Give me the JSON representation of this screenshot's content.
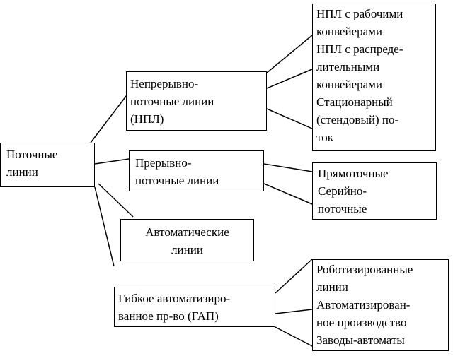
{
  "root": {
    "lines": [
      "Поточные",
      "линии"
    ]
  },
  "categories": [
    {
      "lines": [
        "Непрерывно-",
        "поточные линии",
        "(НПЛ)"
      ]
    },
    {
      "lines": [
        "Прерывно-",
        "поточные линии"
      ]
    },
    {
      "lines": [
        "Автоматические",
        "линии"
      ]
    },
    {
      "lines": [
        "Гибкое автоматизиро-",
        "ванное пр-во (ГАП)"
      ]
    }
  ],
  "subtypes": [
    {
      "lines": [
        "НПЛ с рабочими",
        "конвейерами",
        "НПЛ с распреде-",
        "лительными",
        "конвейерами",
        "Стационарный",
        "(стендовый) по-",
        "ток"
      ]
    },
    {
      "lines": [
        "Прямоточные",
        "Серийно-",
        "поточные"
      ]
    },
    {
      "lines": [
        "Роботизированные",
        "линии",
        "Автоматизирован-",
        "ное производство",
        "Заводы-автоматы"
      ]
    }
  ]
}
